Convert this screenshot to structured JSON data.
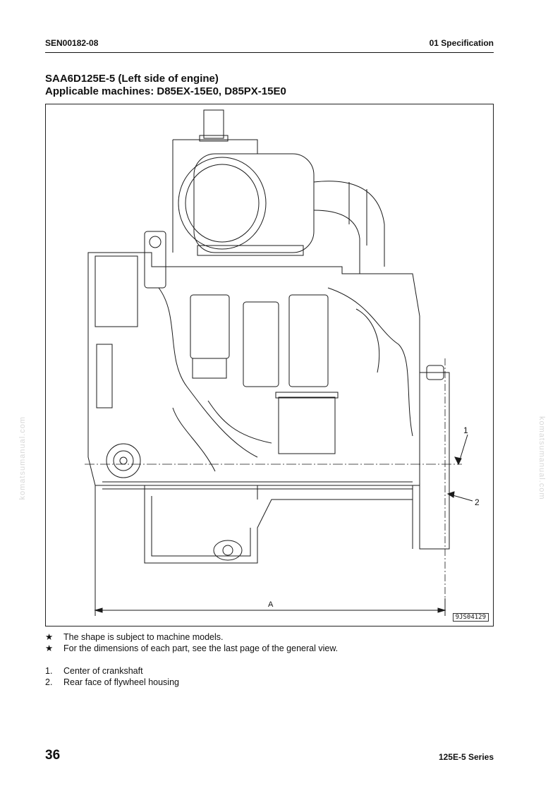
{
  "header": {
    "doc_code": "SEN00182-08",
    "section": "01 Specification"
  },
  "title": {
    "line1": "SAA6D125E-5 (Left side of engine)",
    "line2": "Applicable machines: D85EX-15E0, D85PX-15E0"
  },
  "figure": {
    "figure_id": "9JS04129",
    "callout_1": "1",
    "callout_2": "2",
    "dimension_label": "A"
  },
  "notes": [
    {
      "symbol": "★",
      "text": "The shape is subject to machine models."
    },
    {
      "symbol": "★",
      "text": "For the dimensions of each part, see the last page of the general view."
    }
  ],
  "items": [
    {
      "number": "1.",
      "text": "Center of crankshaft"
    },
    {
      "number": "2.",
      "text": "Rear face of flywheel housing"
    }
  ],
  "watermark": "komatsumanual.com",
  "footer": {
    "page_number": "36",
    "series": "125E-5 Series"
  }
}
